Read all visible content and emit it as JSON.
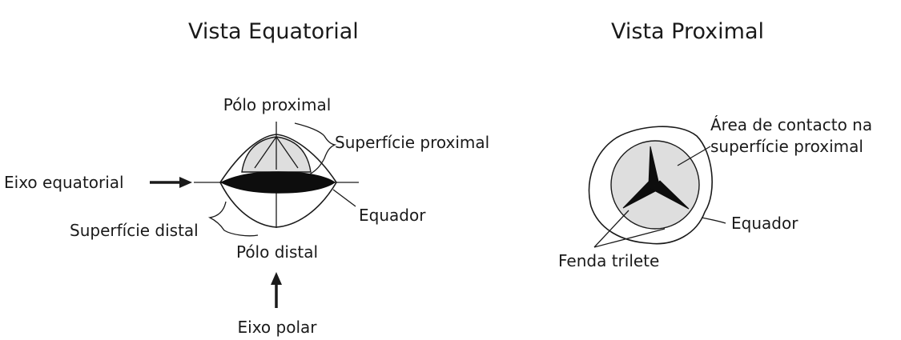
{
  "equatorial_view": {
    "title": "Vista Equatorial",
    "labels": {
      "proximal_pole": "Pólo proximal",
      "proximal_surface": "Superfície proximal",
      "equatorial_axis": "Eixo equatorial",
      "equator": "Equador",
      "distal_surface": "Superfície distal",
      "distal_pole": "Pólo distal",
      "polar_axis": "Eixo polar"
    }
  },
  "proximal_view": {
    "title": "Vista Proximal",
    "labels": {
      "contact_area_line1": "Área de contacto na",
      "contact_area_line2": "superfície proximal",
      "equator": "Equador",
      "trilete_fissure": "Fenda trilete"
    }
  },
  "colors": {
    "ink": "#1a1a1a",
    "contact_area_fill": "#dedede",
    "solid_fill": "#0d0d0d"
  }
}
